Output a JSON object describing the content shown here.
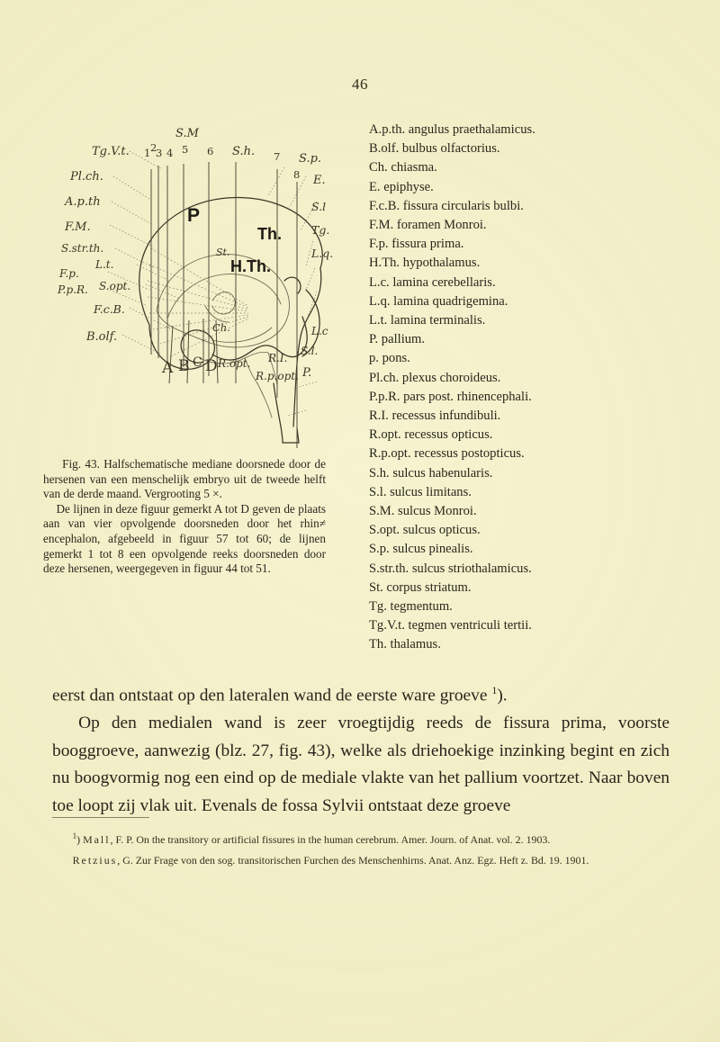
{
  "page": {
    "folio": "46",
    "background_color": "#f6f3d0",
    "ink_color": "#2a271d"
  },
  "figure": {
    "art_labels": {
      "left_side": [
        "Tg.V.t.",
        "Pl.ch.",
        "A.p.th",
        "F.M.",
        "S.str.th.",
        "F.p.",
        "L.t.",
        "P.p.R.",
        "S.opt.",
        "F.c.B.",
        "B.olf."
      ],
      "top_numbers": [
        "1",
        "2",
        "3",
        "4",
        "5",
        "6",
        "7",
        "8"
      ],
      "top_labels": [
        "S.M",
        "S.h.",
        "S.p.",
        "E."
      ],
      "right_side": [
        "S.l",
        "Tg.",
        "L.q.",
        "L.c",
        "S.l."
      ],
      "section_letters": [
        "A",
        "B",
        "C",
        "D"
      ],
      "inner_major": [
        "P",
        "Th.",
        "H.Th.",
        "St."
      ],
      "inner_minor": [
        "Ch.",
        "R.opt.",
        "R.p.opt.",
        "R.I.",
        "P."
      ]
    },
    "caption": {
      "lead": "Fig. 43. Halfschematische mediane doorsnede door de hersenen van een menschelijk embryo uit de tweede helft van de derde maand. Vergrooting 5 ×.",
      "body": "De lijnen in deze figuur gemerkt A tot D geven de plaats aan van vier opvolgende doorsneden door het rhin≠ encephalon, afgebeeld in figuur 57 tot 60; de lijnen gemerkt 1 tot 8 een opvolgende reeks doorsneden door deze hersenen, weergegeven in figuur 44 tot 51."
    }
  },
  "legend": {
    "entries": [
      {
        "abbr": "A.p.th.",
        "term": "angulus praethalamicus."
      },
      {
        "abbr": "B.olf.",
        "term": "bulbus olfactorius."
      },
      {
        "abbr": "Ch.",
        "term": "chiasma."
      },
      {
        "abbr": "E.",
        "term": "epiphyse."
      },
      {
        "abbr": "F.c.B.",
        "term": "fissura circularis bulbi."
      },
      {
        "abbr": "F.M.",
        "term": "foramen Monroi."
      },
      {
        "abbr": "F.p.",
        "term": "fissura prima."
      },
      {
        "abbr": "H.Th.",
        "term": "hypothalamus."
      },
      {
        "abbr": "L.c.",
        "term": "lamina cerebellaris."
      },
      {
        "abbr": "L.q.",
        "term": "lamina quadrigemina."
      },
      {
        "abbr": "L.t.",
        "term": "lamina terminalis."
      },
      {
        "abbr": "P.",
        "term": "pallium."
      },
      {
        "abbr": "p.",
        "term": "pons."
      },
      {
        "abbr": "Pl.ch.",
        "term": "plexus choroideus."
      },
      {
        "abbr": "P.p.R.",
        "term": "pars post. rhinencephali."
      },
      {
        "abbr": "R.I.",
        "term": "recessus infundibuli."
      },
      {
        "abbr": "R.opt.",
        "term": "recessus opticus."
      },
      {
        "abbr": "R.p.opt.",
        "term": "recessus postopticus."
      },
      {
        "abbr": "S.h.",
        "term": "sulcus habenularis."
      },
      {
        "abbr": "S.l.",
        "term": "sulcus limitans."
      },
      {
        "abbr": "S.M.",
        "term": "sulcus Monroi."
      },
      {
        "abbr": "S.opt.",
        "term": "sulcus opticus."
      },
      {
        "abbr": "S.p.",
        "term": "sulcus pinealis."
      },
      {
        "abbr": "S.str.th.",
        "term": "sulcus striothalamicus."
      },
      {
        "abbr": "St.",
        "term": "corpus striatum."
      },
      {
        "abbr": "Tg.",
        "term": "tegmentum."
      },
      {
        "abbr": "Tg.V.t.",
        "term": "tegmen ventriculi tertii."
      },
      {
        "abbr": "Th.",
        "term": "thalamus."
      }
    ]
  },
  "body": {
    "para_1": "eerst dan ontstaat op den lateralen wand de eerste ware groeve ",
    "para_1_note": "1",
    "para_1_tail": ").",
    "para_2": "Op den medialen wand is zeer vroegtijdig reeds de fissura prima, voorste booggroeve, aanwezig (blz. 27, fig. 43), welke als driehoekige inzinking begint en zich nu boogvormig nog een eind op de mediale vlakte van het pallium voortzet. Naar boven toe loopt zij vlak uit. Evenals de fossa Sylvii ontstaat deze groeve"
  },
  "footnotes": [
    {
      "marker": "1",
      "author": "Mall",
      "rest": ", F. P. On the transitory or artificial fissures in the human cerebrum. Amer. Journ. of Anat. vol. 2. 1903."
    },
    {
      "marker": "",
      "author": "Retzius",
      "rest": ", G. Zur Frage von den sog. transitorischen Furchen des Menschenhirns. Anat. Anz. Egz. Heft z. Bd. 19. 1901."
    }
  ]
}
